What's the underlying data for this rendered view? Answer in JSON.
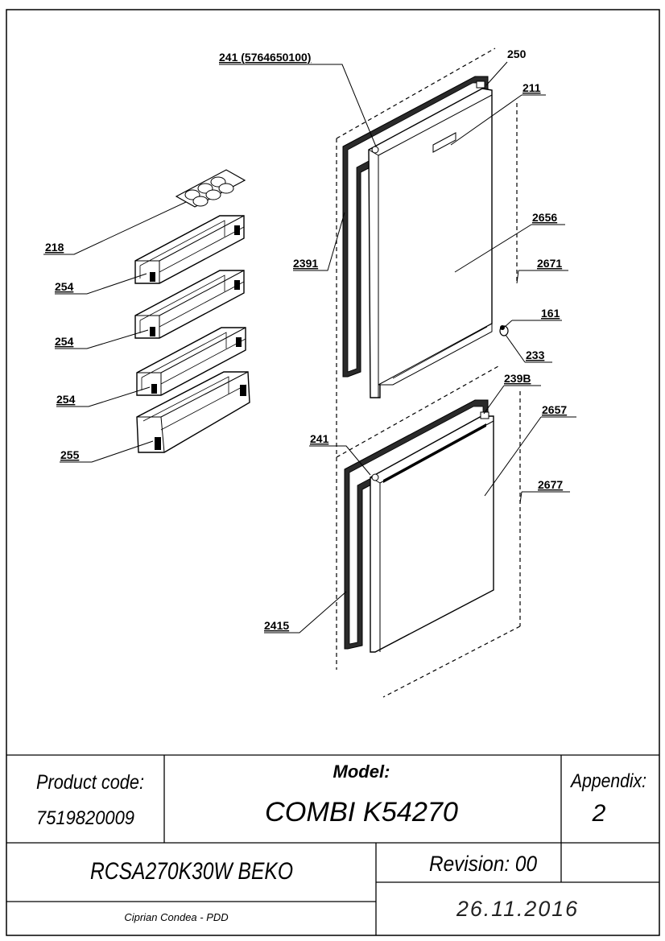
{
  "callouts": {
    "c241_top": "241 (5764650100)",
    "c250": "250",
    "c211": "211",
    "c218": "218",
    "c2656": "2656",
    "c2391": "2391",
    "c2671": "2671",
    "c254_a": "254",
    "c161": "161",
    "c254_b": "254",
    "c233": "233",
    "c254_c": "254",
    "c239b": "239B",
    "c2657": "2657",
    "c241_bottom": "241",
    "c255": "255",
    "c2677": "2677",
    "c2415": "2415"
  },
  "title_block": {
    "product_code_label": "Product code:",
    "product_code_value": "7519820009",
    "model_label": "Model:",
    "model_value": "COMBI K54270",
    "appendix_label": "Appendix:",
    "appendix_value": "2",
    "model_number": "RCSA270K30W BEKO",
    "revision": "Revision: 00",
    "author": "Ciprian Condea - PDD",
    "date": "26.11.2016"
  }
}
